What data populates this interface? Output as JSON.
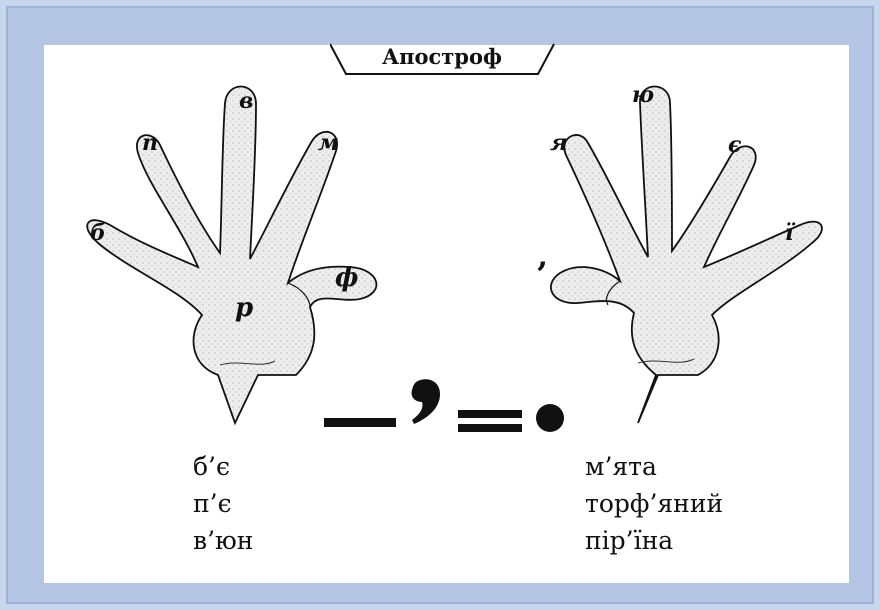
{
  "title": "Апостроф",
  "left_hand": {
    "fingers": [
      "б",
      "п",
      "в",
      "м"
    ],
    "thumb": "ф",
    "palm": "р"
  },
  "right_hand": {
    "fingers": [
      "я",
      "ю",
      "є",
      "ї"
    ],
    "thumb": "’"
  },
  "left_words": [
    "б’є",
    "п’є",
    "в’юн"
  ],
  "right_words": [
    "м’ята",
    "торф’яний",
    "пір’їна"
  ],
  "colors": {
    "background": "#b4c6e4",
    "card": "#ffffff",
    "hand_fill": "#ededed",
    "ink": "#111111"
  }
}
